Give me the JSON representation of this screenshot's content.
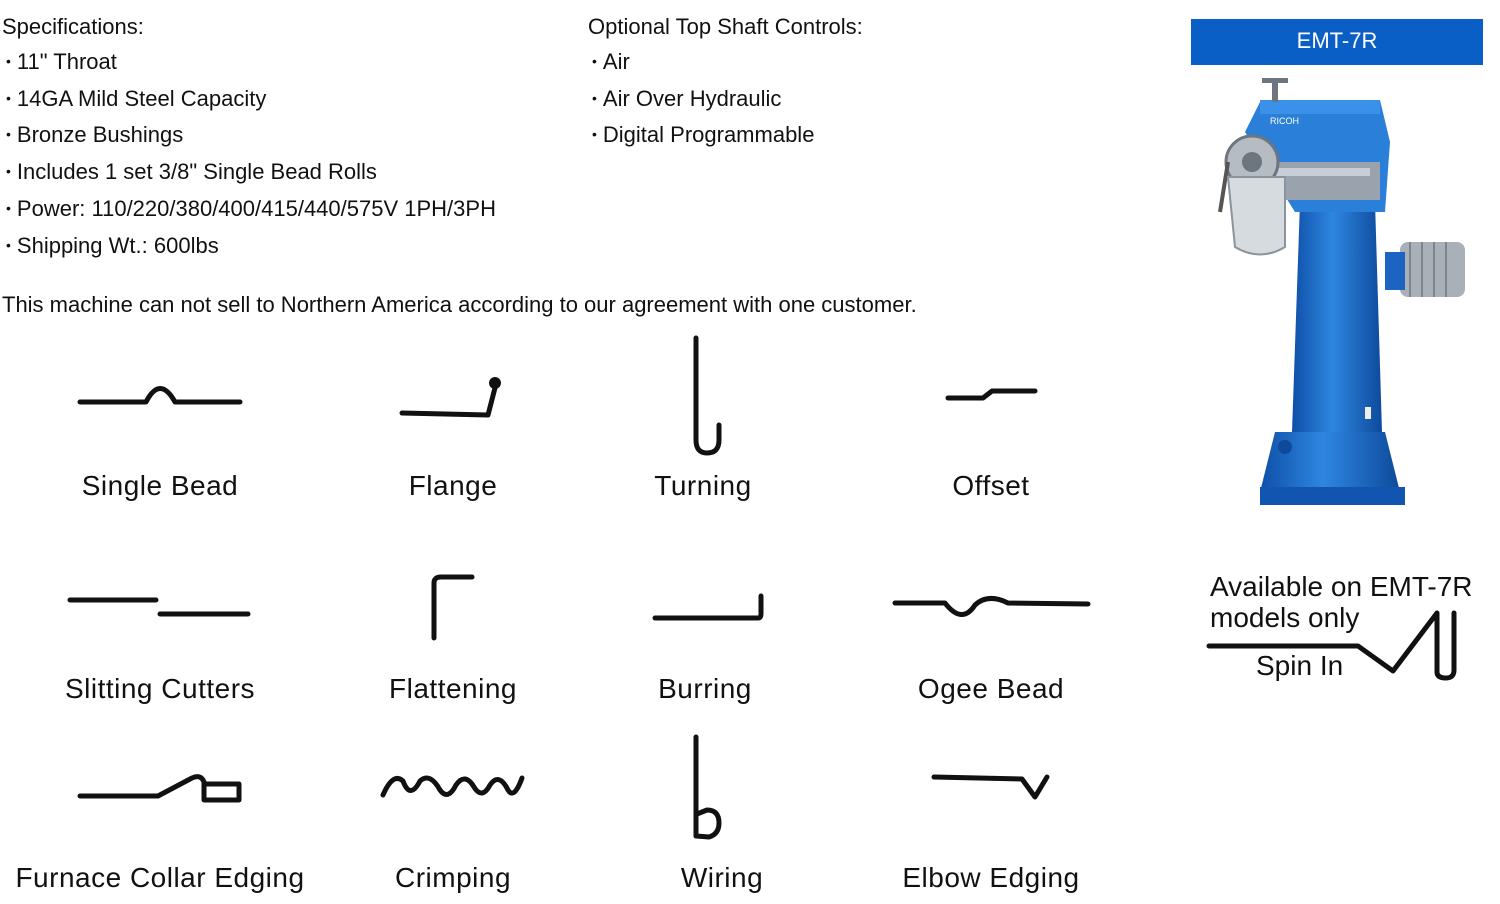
{
  "specifications": {
    "heading": "Specifications:",
    "items": [
      "11\" Throat",
      "14GA Mild Steel Capacity",
      "Bronze Bushings",
      "Includes 1 set 3/8\" Single Bead Rolls",
      "Power: 110/220/380/400/415/440/575V 1PH/3PH",
      "Shipping Wt.: 600lbs"
    ]
  },
  "controls": {
    "heading": "Optional Top Shaft Controls:",
    "items": [
      "Air",
      "Air Over Hydraulic",
      "Digital Programmable"
    ]
  },
  "notice": "This machine can not sell to Northern America according to our agreement with one customer.",
  "model": {
    "badge": "EMT-7R",
    "badge_color": "#0A5FC7",
    "machine_color": "#1E6FD0",
    "machine_logo": "RICOH"
  },
  "operations": [
    {
      "id": "single-bead",
      "label": "Single Bead",
      "icon": "single-bead-icon"
    },
    {
      "id": "flange",
      "label": "Flange",
      "icon": "flange-icon"
    },
    {
      "id": "turning",
      "label": "Turning",
      "icon": "turning-icon"
    },
    {
      "id": "offset",
      "label": "Offset",
      "icon": "offset-icon"
    },
    {
      "id": "slitting-cutters",
      "label": "Slitting Cutters",
      "icon": "slitting-cutters-icon"
    },
    {
      "id": "flattening",
      "label": "Flattening",
      "icon": "flattening-icon"
    },
    {
      "id": "burring",
      "label": "Burring",
      "icon": "burring-icon"
    },
    {
      "id": "ogee-bead",
      "label": "Ogee Bead",
      "icon": "ogee-bead-icon"
    },
    {
      "id": "furnace-collar-edging",
      "label": "Furnace Collar Edging",
      "icon": "furnace-collar-edging-icon"
    },
    {
      "id": "crimping",
      "label": "Crimping",
      "icon": "crimping-icon"
    },
    {
      "id": "wiring",
      "label": "Wiring",
      "icon": "wiring-icon"
    },
    {
      "id": "elbow-edging",
      "label": "Elbow Edging",
      "icon": "elbow-edging-icon"
    }
  ],
  "availability": {
    "line1": "Available on EMT-7R",
    "line2": "models only",
    "operation": "Spin In",
    "icon": "spin-in-icon"
  }
}
